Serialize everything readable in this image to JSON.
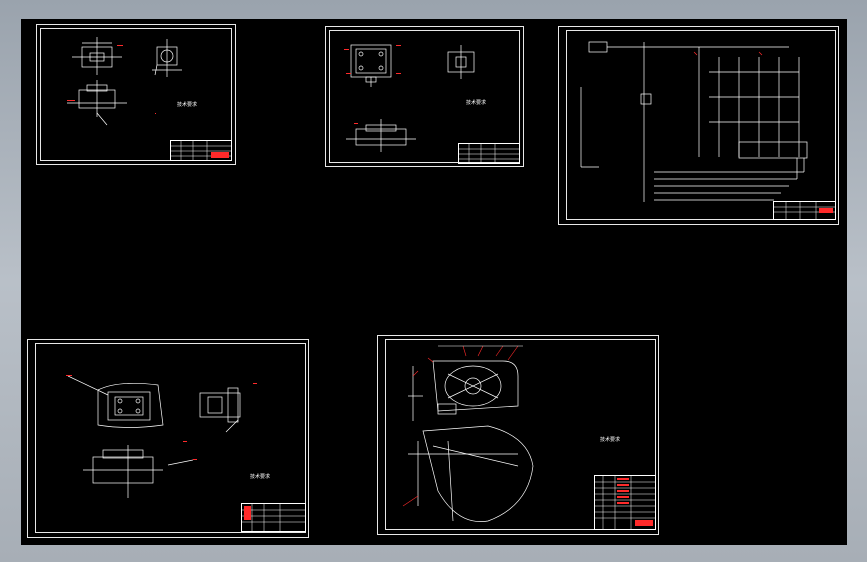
{
  "colors": {
    "background": "#000000",
    "line": "#ffffff",
    "annotation": "#ff2a2a",
    "frame": "#a7aeb6"
  },
  "sheets": [
    {
      "id": "sheet-1",
      "notes_title": "技术要求"
    },
    {
      "id": "sheet-2",
      "notes_title": "技术要求"
    },
    {
      "id": "sheet-3",
      "notes_title": ""
    },
    {
      "id": "sheet-4",
      "notes_title": "技术要求"
    },
    {
      "id": "sheet-5",
      "notes_title": "技术要求"
    }
  ]
}
